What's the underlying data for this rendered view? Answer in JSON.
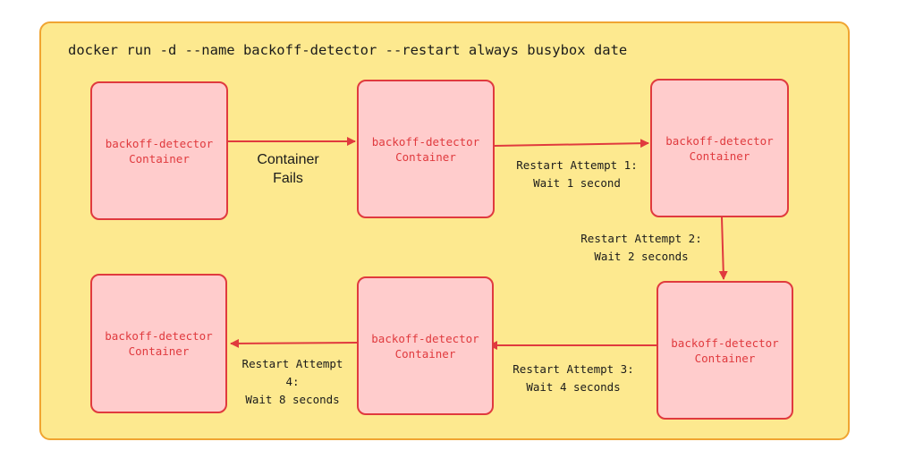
{
  "command": "docker run -d --name backoff-detector --restart always busybox date",
  "containers": [
    {
      "line1": "backoff-detector",
      "line2": "Container"
    },
    {
      "line1": "backoff-detector",
      "line2": "Container"
    },
    {
      "line1": "backoff-detector",
      "line2": "Container"
    },
    {
      "line1": "backoff-detector",
      "line2": "Container"
    },
    {
      "line1": "backoff-detector",
      "line2": "Container"
    },
    {
      "line1": "backoff-detector",
      "line2": "Container"
    }
  ],
  "edges": [
    {
      "lines": [
        "Container",
        "Fails"
      ]
    },
    {
      "lines": [
        "Restart Attempt 1:",
        "Wait 1 second"
      ]
    },
    {
      "lines": [
        "Restart Attempt 2:",
        "Wait 2 seconds"
      ]
    },
    {
      "lines": [
        "Restart Attempt 3:",
        "Wait 4 seconds"
      ]
    },
    {
      "lines": [
        "Restart Attempt",
        "4:",
        "Wait 8 seconds"
      ]
    }
  ],
  "colors": {
    "background": "#fde98f",
    "frame_border": "#f0a431",
    "container_fill": "#ffcccc",
    "container_border": "#e03a3e",
    "arrow": "#e03a3e",
    "text": "#1b1b1b"
  }
}
